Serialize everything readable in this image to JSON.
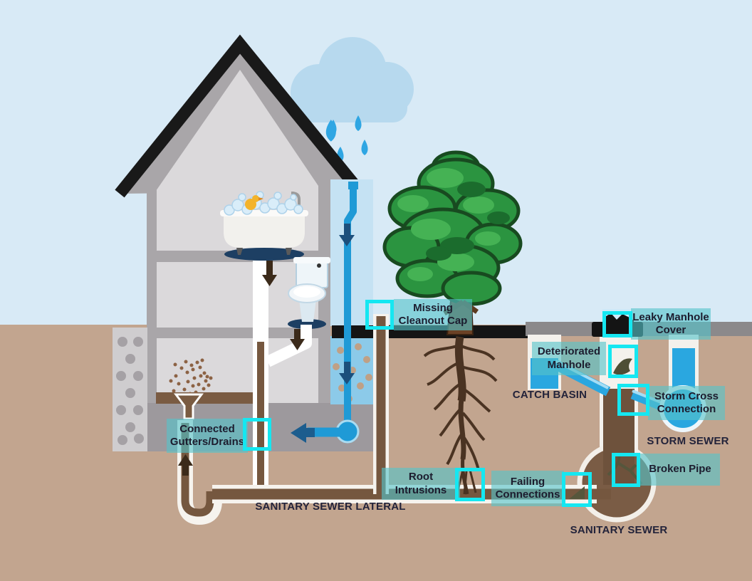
{
  "problems": [
    {
      "id": "connected-gutters-drains",
      "label": "Connected Gutters/Drains"
    },
    {
      "id": "missing-cleanout-cap",
      "label": "Missing Cleanout Cap"
    },
    {
      "id": "root-intrusions",
      "label": "Root Intrusions"
    },
    {
      "id": "failing-connections",
      "label": "Failing Connections"
    },
    {
      "id": "leaky-manhole-cover",
      "label": "Leaky Manhole Cover"
    },
    {
      "id": "deteriorated-manhole",
      "label": "Deteriorated Manhole"
    },
    {
      "id": "storm-cross-connection",
      "label": "Storm Cross Connection"
    },
    {
      "id": "broken-pipe",
      "label": "Broken Pipe"
    }
  ],
  "infrastructure": [
    {
      "id": "catch-basin",
      "label": "CATCH BASIN"
    },
    {
      "id": "storm-sewer",
      "label": "STORM SEWER"
    },
    {
      "id": "sanitary-sewer",
      "label": "SANITARY SEWER"
    },
    {
      "id": "sanitary-sewer-lateral",
      "label": "SANITARY SEWER LATERAL"
    }
  ],
  "colors": {
    "sky": "#d8eaf6",
    "ground": "#c2a58f",
    "highlight_box": "#15e7f1",
    "label_background": "rgba(86,196,202,0.62)",
    "label_text": "#1c1c2e",
    "water_blue": "#2aa7e0",
    "pipe_brown": "#7a5c45",
    "roof_black": "#191919",
    "foliage_green": "#2b9440"
  }
}
